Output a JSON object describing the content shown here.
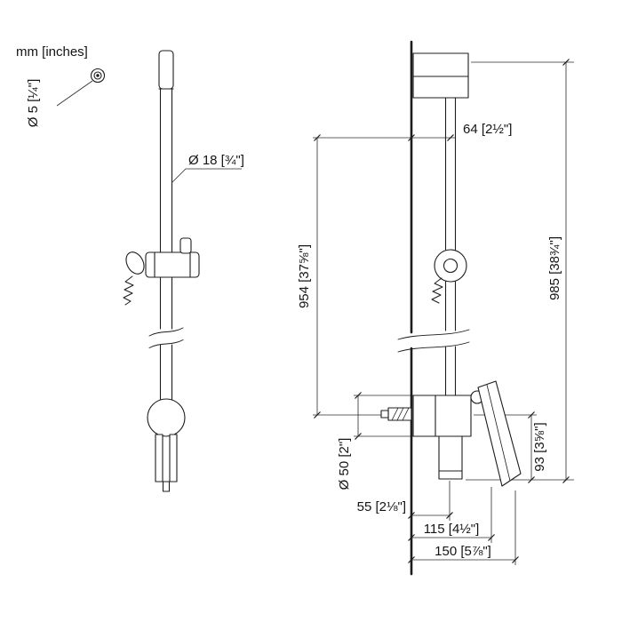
{
  "meta": {
    "units_note": "mm [inches]"
  },
  "front_view": {
    "pin_diameter": "Ø 5 [¼\"]",
    "rail_diameter": "Ø 18 [¾\"]"
  },
  "side_view": {
    "wall_to_rail": "64 [2½\"]",
    "rail_length": "954 [37⅝\"]",
    "overall_height": "985 [38¾\"]",
    "valve_drop": "93 [3⅝\"]",
    "escutcheon_diameter": "Ø 50 [2\"]",
    "wall_to_outlet": "55 [2⅛\"]",
    "wall_to_handle": "115 [4½\"]",
    "wall_to_handle_tip": "150 [5⅞\"]"
  }
}
